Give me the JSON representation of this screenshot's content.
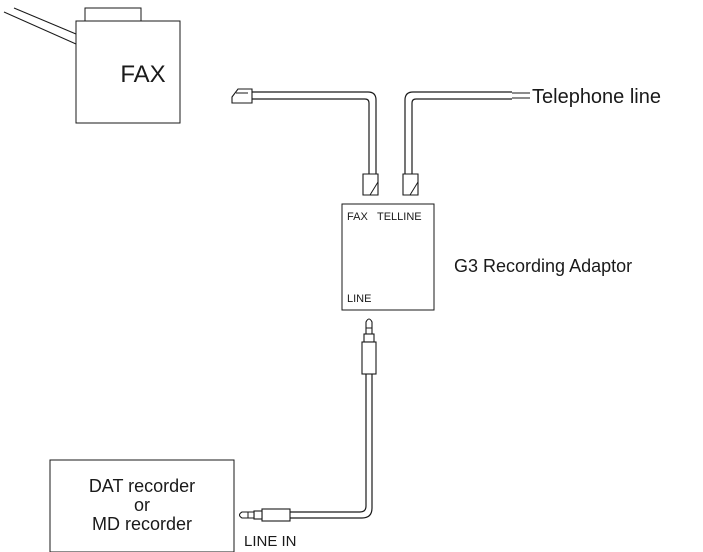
{
  "devices": {
    "fax": {
      "label": "FAX"
    },
    "adaptor": {
      "name": "G3 Recording Adaptor",
      "port_fax": "FAX",
      "port_telline": "TELLINE",
      "port_line": "LINE"
    },
    "recorder": {
      "line1": "DAT recorder",
      "line2": "or",
      "line3": "MD recorder",
      "input_label": "LINE IN"
    }
  },
  "connections": {
    "telephone_line": "Telephone line"
  }
}
